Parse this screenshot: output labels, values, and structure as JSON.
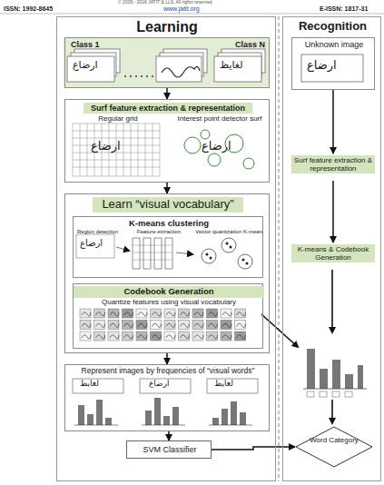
{
  "diagram": {
    "nodes": [
      {
        "text": [
          "Learning"
        ]
      },
      {
        "text": [
          "Recognition"
        ]
      },
      {
        "text": [
          "Class 1",
          "Class N"
        ],
        "in": 0
      },
      {
        "text": [
          "Surf feature extraction & representation",
          "Regular grid",
          "Interest point detector surf"
        ],
        "in": 0
      },
      {
        "text": [
          "Learn “visual vocabulary”"
        ],
        "in": 0
      },
      {
        "text": [
          "K-means clustering",
          "Region detection",
          "Feature extraction",
          "Vector quantization K-mean"
        ],
        "in": 4
      },
      {
        "text": [
          "Codebook Generation",
          "Quantize features using visual vocabulary"
        ],
        "in": 4
      },
      {
        "text": [
          "Represent images by frequencies of “visual words”"
        ],
        "in": 0
      },
      {
        "text": [
          "SVM Classifier"
        ],
        "in": 0
      },
      {
        "text": [
          "Unknown image"
        ],
        "in": 1
      },
      {
        "text": [
          "Surf feature extraction & representation"
        ],
        "in": 1
      },
      {
        "text": [
          "K-means & Codebook Generation"
        ],
        "in": 1
      },
      {
        "text": [
          "Word Category"
        ],
        "in": 1
      }
    ],
    "edges": [
      {
        "from": 2,
        "to": 3,
        "arrow": "to"
      },
      {
        "from": 3,
        "to": 4,
        "arrow": "to"
      },
      {
        "from": 4,
        "to": 7,
        "arrow": "to"
      },
      {
        "from": 7,
        "to": 8,
        "arrow": "to"
      },
      {
        "from": 8,
        "to": 12,
        "arrow": "to"
      },
      {
        "from": 9,
        "to": 10,
        "arrow": "to"
      },
      {
        "from": 10,
        "to": 11,
        "arrow": "to"
      }
    ],
    "labels": [
      "ISSN: 1992-8645",
      "www.jatit.org",
      "E-ISSN: 1817-31",
      "© 2005 - 2016 JATIT & LLS. All rights reserved",
      "ارضاع",
      "لغايظ",
      "ارضاع",
      "ارضاع",
      "ارضاع",
      "ارضاع",
      "لغايظ",
      "ارضاع",
      "لغايظ"
    ]
  }
}
